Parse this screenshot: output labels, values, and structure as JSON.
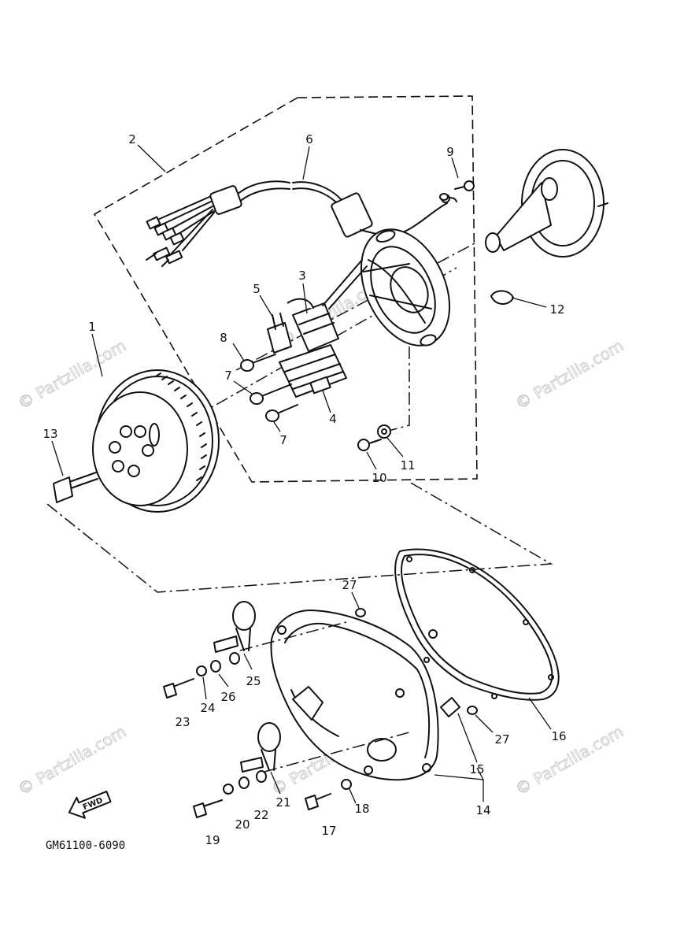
{
  "watermark": "© Partzilla.com",
  "diagram_code": "GM61100-6090",
  "fwd_label": "FWD",
  "callouts": {
    "c1": "1",
    "c2": "2",
    "c3": "3",
    "c4": "4",
    "c5": "5",
    "c6": "6",
    "c7a": "7",
    "c7b": "7",
    "c8": "8",
    "c9": "9",
    "c10": "10",
    "c11": "11",
    "c12": "12",
    "c13": "13",
    "c14": "14",
    "c15": "15",
    "c16": "16",
    "c17": "17",
    "c18": "18",
    "c19": "19",
    "c20": "20",
    "c21": "21",
    "c22": "22",
    "c23": "23",
    "c24": "24",
    "c25": "25",
    "c26": "26",
    "c27a": "27",
    "c27b": "27"
  }
}
